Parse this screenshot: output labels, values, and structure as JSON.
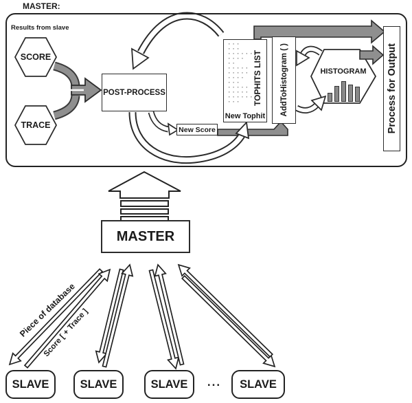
{
  "master_panel": {
    "title": "MASTER:",
    "results_label": "Results from slave",
    "score": "SCORE",
    "trace": "TRACE",
    "post_process": "POST-PROCESS",
    "new_score": "New Score",
    "tophits": {
      "label": "TOPHITS LIST",
      "new_tophit": "New Tophit",
      "dots": [
        "···",
        "···",
        "·······",
        "····",
        "··",
        "·····",
        "·····",
        "····",
        "···",
        "·····",
        "·····",
        "······",
        "···"
      ]
    },
    "add_to_histogram": "AddToHistogram ( )",
    "histogram": "HISTOGRAM",
    "histogram_bars": [
      13,
      23,
      30,
      25,
      22
    ],
    "process_for_output": "Process for Output"
  },
  "bottom": {
    "master": "MASTER",
    "slaves": [
      "SLAVE",
      "SLAVE",
      "SLAVE",
      "SLAVE"
    ],
    "ellipsis": "...",
    "arrow_labels": {
      "piece_of_database": "Piece of database",
      "score_trace": "Score [ + Trace ]"
    }
  },
  "colors": {
    "arrow_gray": "#8f8f8f",
    "stroke_dark": "#2b2b2b",
    "bar_gray": "#8a8a8a"
  }
}
